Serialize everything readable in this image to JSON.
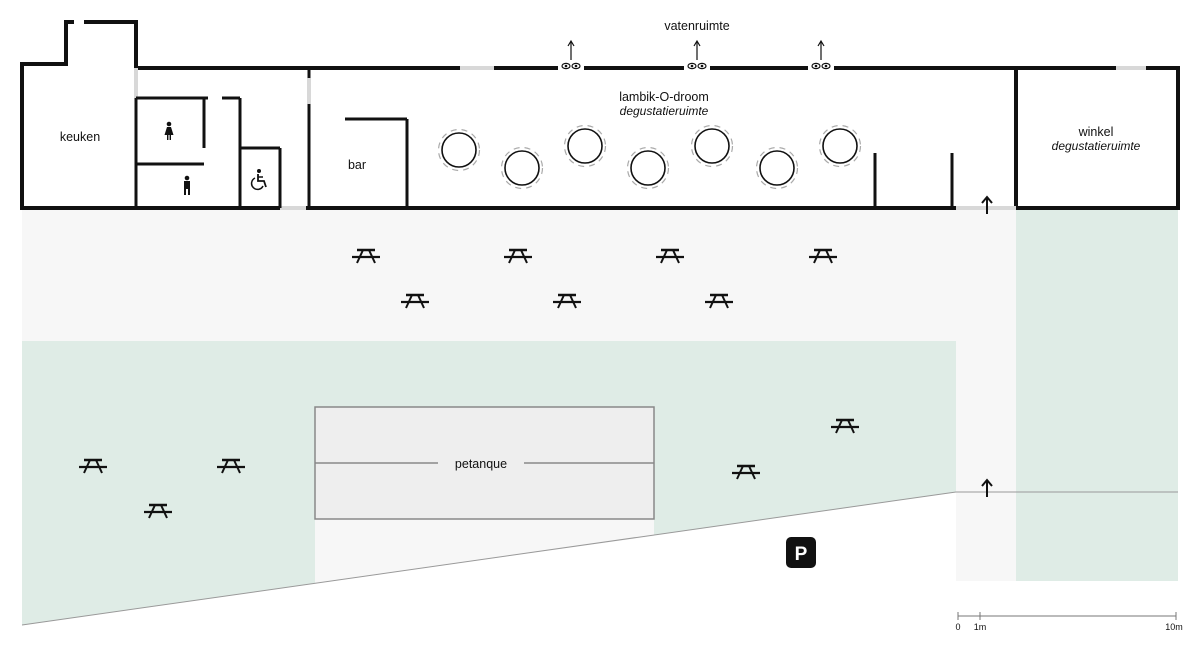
{
  "rooms": {
    "keuken": "keuken",
    "bar": "bar",
    "main_title": "lambik-O-droom",
    "main_sub": "degustatieruimte",
    "vaten": "vatenruimte",
    "winkel_title": "winkel",
    "winkel_sub": "degustatieruimte",
    "petanque": "petanque"
  },
  "parking": {
    "letter": "P"
  },
  "scale": {
    "zero": "0",
    "one": "1m",
    "ten": "10m"
  },
  "colors": {
    "wall": "#111111",
    "yard": "#f7f7f7",
    "green": "#dfece6",
    "petanque": "#eeeeee"
  },
  "icons": {
    "female": "female-toilet-icon",
    "male": "male-toilet-icon",
    "accessible": "wheelchair-icon",
    "eyes": "viewing-window-icon",
    "arrow": "entrance-arrow-icon",
    "bench": "picnic-bench-icon",
    "table": "round-table-icon"
  }
}
